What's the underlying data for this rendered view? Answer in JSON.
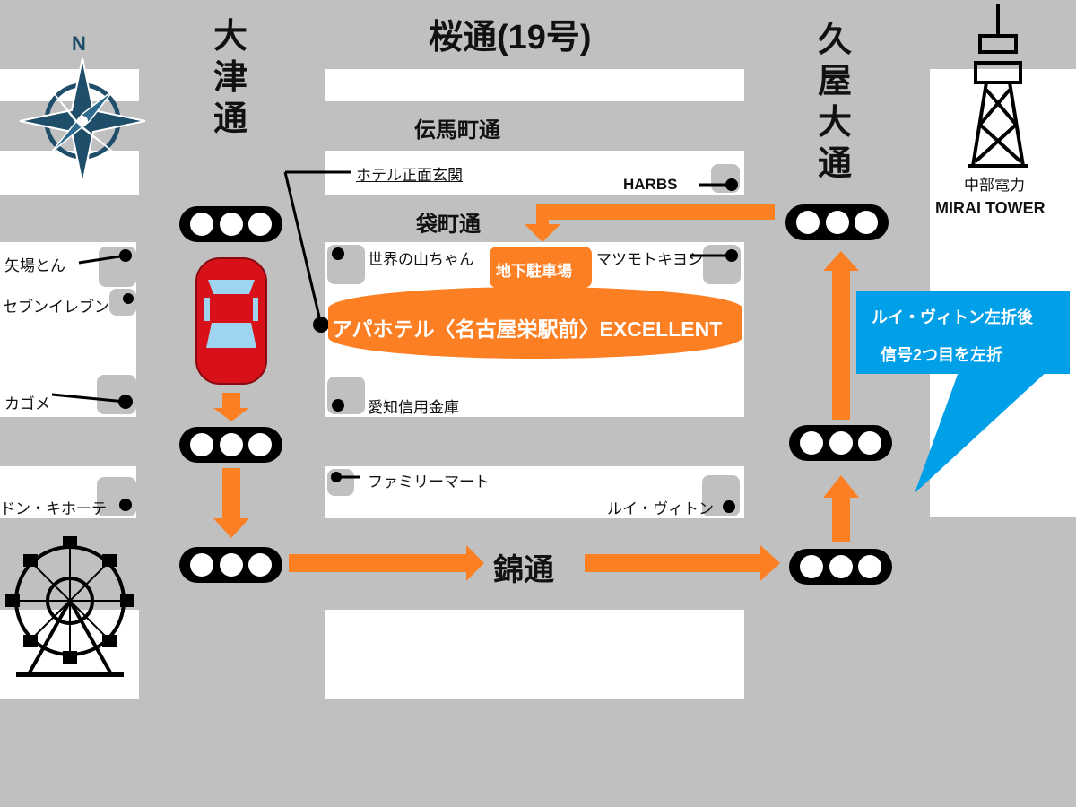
{
  "roads": {
    "sakura": "桜通(19号)",
    "otsu": "大津通",
    "hisaya": "久屋大通",
    "tenma": "伝馬町通",
    "fukuro": "袋町通",
    "nishiki": "錦通"
  },
  "hotel": {
    "name": "アパホテル〈名古屋栄駅前〉EXCELLENT",
    "parking": "地下駐車場",
    "entrance": "ホテル正面玄関"
  },
  "shops": {
    "harbs": "HARBS",
    "yamachan": "世界の山ちゃん",
    "matsumoto": "マツモトキヨシ",
    "aichi": "愛知信用金庫",
    "familymart": "ファミリーマート",
    "louis": "ルイ・ヴィトン",
    "yabaton": "矢場とん",
    "seven": "セブンイレブン",
    "kagome": "カゴメ",
    "donki": "ドン・キホーテ"
  },
  "tower": {
    "line1": "中部電力",
    "line2": "MIRAI TOWER"
  },
  "callout": {
    "line1": "ルイ・ヴィトン左折後",
    "line2": "信号2つ目を左折"
  },
  "compass": {
    "label": "N"
  },
  "colors": {
    "route": "#fd7f23",
    "callout": "#00a0e8",
    "road": "#c0c0c0"
  }
}
